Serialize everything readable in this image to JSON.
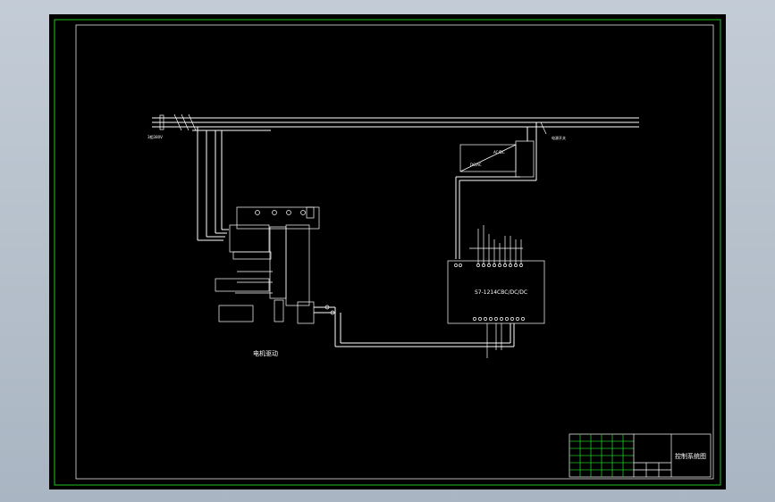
{
  "drawing": {
    "title_block_name": "控制系统图",
    "motor_drive_label": "电机驱动",
    "plc_model": "S7-1214CBC/DC/DC",
    "power_module_top": "AC/DC",
    "power_module_bottom": "DC/AC",
    "switch_label": "电源开关"
  },
  "colors": {
    "background": "#000000",
    "frame": "#22c222",
    "wire": "#ffffff",
    "margin": "#b7c1cc"
  }
}
